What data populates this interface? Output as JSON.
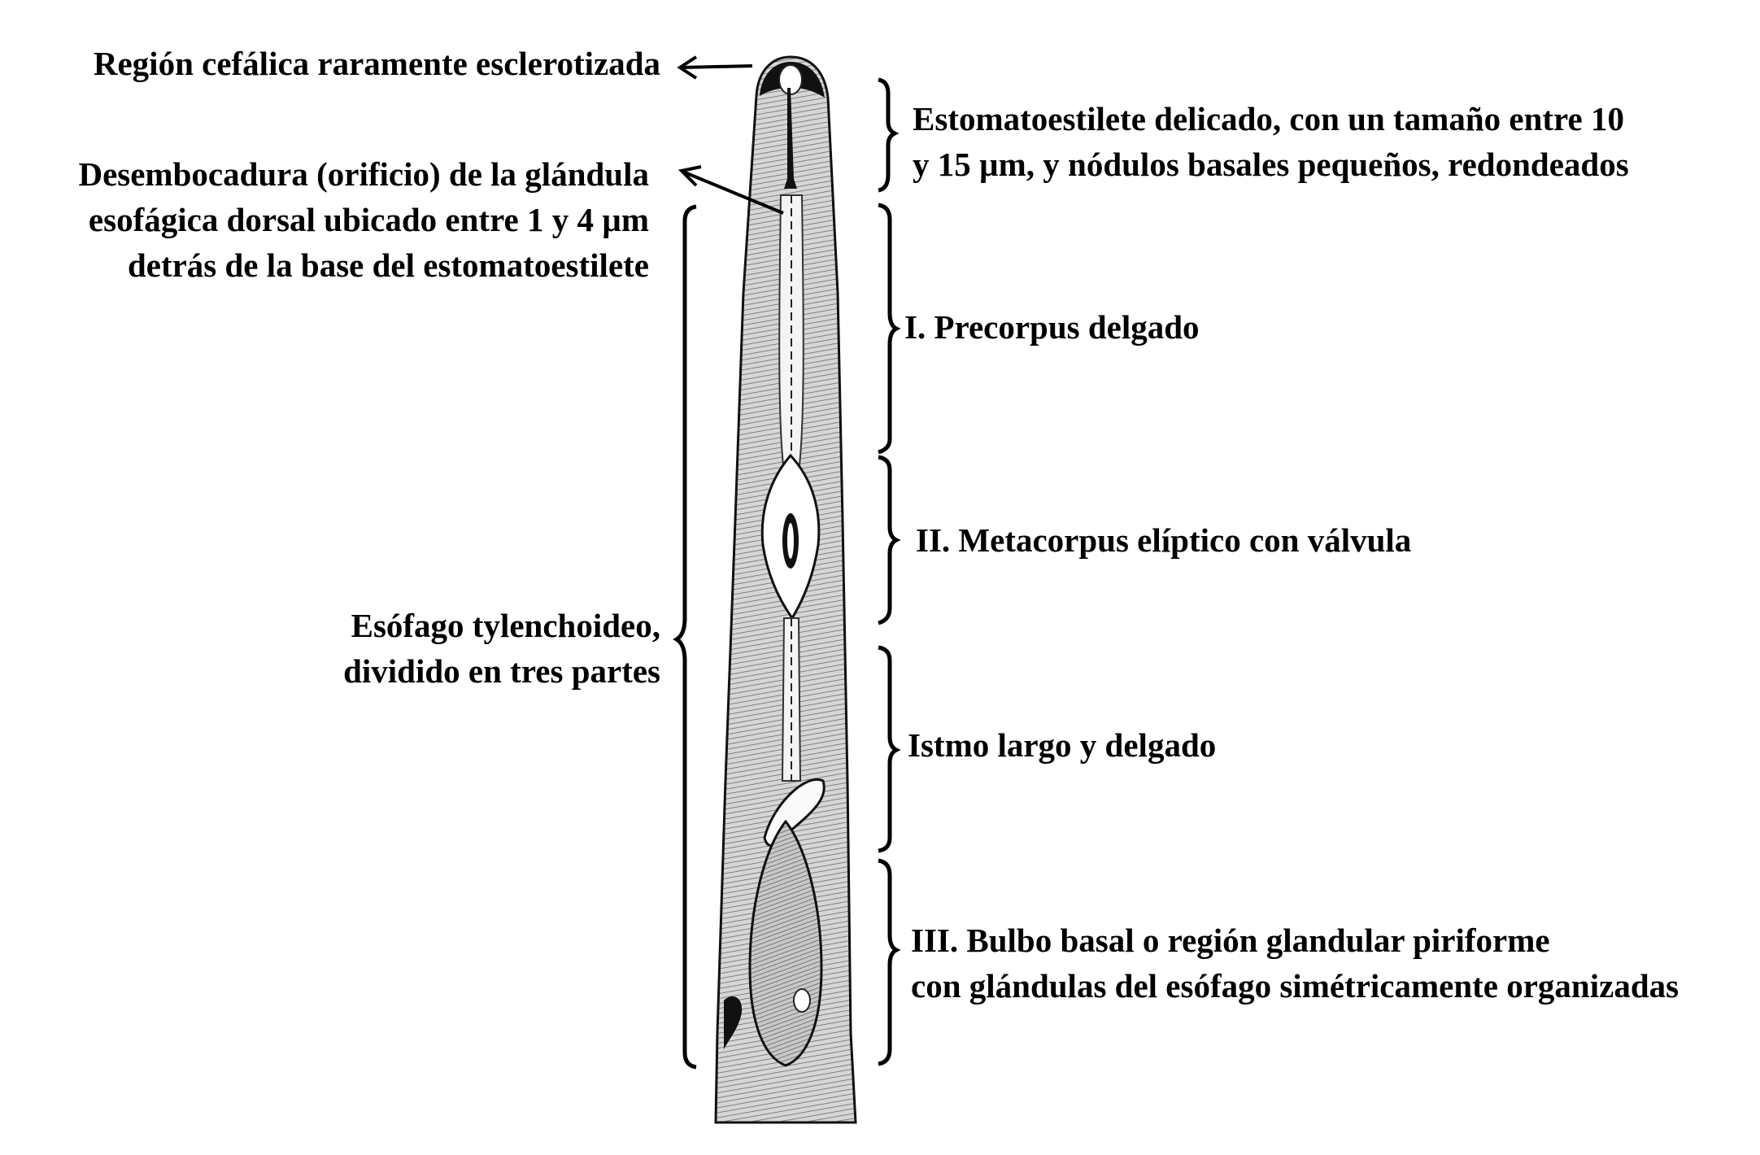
{
  "labels": {
    "cephalic": "Región cefálica raramente esclerotizada",
    "gland_opening": [
      "Desembocadura (orificio) de la glándula",
      "esofágica dorsal ubicado entre 1  y 4 µm",
      "detrás de la base del estomatoestilete"
    ],
    "esophagus": [
      "Esófago tylenchoideo,",
      "dividido en tres partes"
    ],
    "stylet": [
      "Estomatoestilete delicado, con un tamaño entre 10",
      "y 15 µm, y nódulos basales pequeños, redondeados"
    ],
    "precorpus": "I. Precorpus delgado",
    "metacorpus": "II. Metacorpus elíptico con válvula",
    "isthmus": "Istmo largo y delgado",
    "basal_bulb": [
      "III. Bulbo basal o región glandular  piriforme",
      "con glándulas del esófago simétricamente organizadas"
    ]
  }
}
